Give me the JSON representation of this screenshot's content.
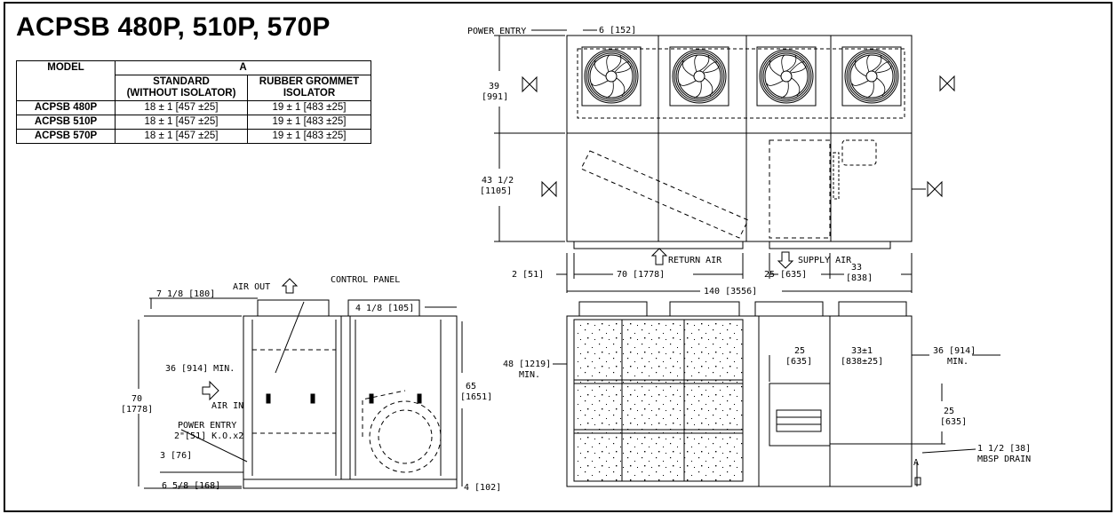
{
  "title": "ACPSB 480P, 510P, 570P",
  "table": {
    "h_model": "MODEL",
    "h_a": "A",
    "h_standard": "STANDARD\n(WITHOUT ISOLATOR)",
    "h_standard_l1": "STANDARD",
    "h_standard_l2": "(WITHOUT ISOLATOR)",
    "h_rubber_l1": "RUBBER GROMMET",
    "h_rubber_l2": "ISOLATOR",
    "rows": [
      {
        "model": "ACPSB 480P",
        "standard": "18 ± 1 [457 ±25]",
        "rubber": "19 ± 1 [483 ±25]"
      },
      {
        "model": "ACPSB 510P",
        "standard": "18 ± 1 [457 ±25]",
        "rubber": "19 ± 1 [483 ±25]"
      },
      {
        "model": "ACPSB 570P",
        "standard": "18 ± 1 [457 ±25]",
        "rubber": "19 ± 1 [483 ±25]"
      }
    ]
  },
  "top_view": {
    "power_entry": "POWER ENTRY",
    "dim_6": "6 [152]",
    "dim_39_a": "39",
    "dim_39_b": "[991]",
    "dim_43_a": "43 1/2",
    "dim_43_b": "[1105]",
    "return_air": "RETURN AIR",
    "supply_air": "SUPPLY AIR",
    "dim_2": "2 [51]",
    "dim_70": "70 [1778]",
    "dim_25": "25 [635]",
    "dim_33_a": "33",
    "dim_33_b": "[838]",
    "dim_140": "140 [3556]"
  },
  "side_view": {
    "air_out": "AIR OUT",
    "control_panel": "CONTROL PANEL",
    "dim_7": "7 1/8 [180]",
    "dim_4": "4 1/8 [105]",
    "dim_36": "36 [914] MIN.",
    "air_in": "AIR IN",
    "dim_70_a": "70",
    "dim_70_b": "[1778]",
    "dim_65_a": "65",
    "dim_65_b": "[1651]",
    "power_entry_a": "POWER ENTRY",
    "power_entry_b": "2\"[51] K.O.x2",
    "dim_3": "3 [76]",
    "dim_6": "6 5/8 [168]",
    "dim_4b": "4 [102]"
  },
  "front_view": {
    "dim_48_a": "48 [1219]",
    "dim_48_b": "MIN.",
    "dim_25_a": "25",
    "dim_25_b": "[635]",
    "dim_33_a": "33±1",
    "dim_33_b": "[838±25]",
    "dim_36_a": "36 [914]",
    "dim_36_b": "MIN.",
    "dim_25v_a": "25",
    "dim_25v_b": "[635]",
    "drain_a": "1 1/2 [38]",
    "drain_b": "MBSP DRAIN",
    "label_a": "A"
  },
  "icons": {
    "fan": "fan-icon",
    "arrow": "arrow-icon"
  }
}
